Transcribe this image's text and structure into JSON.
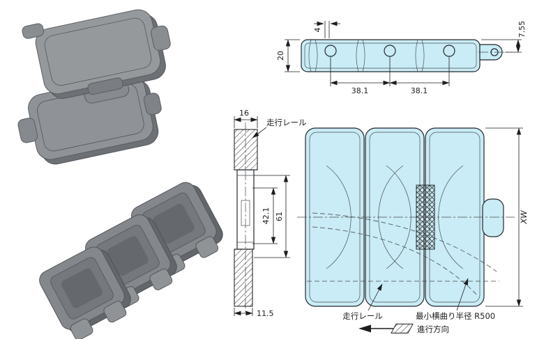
{
  "colors": {
    "drawing_fill": "#c9ecf6",
    "line": "#1d1d1f",
    "render_gray_light": "#96999c",
    "render_gray_mid": "#84878b",
    "render_gray_dark": "#6b6e72"
  },
  "top_view": {
    "dim_slot": "4",
    "dim_height": "20",
    "dim_pitch_a": "38.1",
    "dim_pitch_b": "38.1",
    "dim_eye": "7.55"
  },
  "section_view": {
    "dim_top_width": "16",
    "dim_bottom_width": "11.5",
    "dim_inner": "42.1",
    "dim_outer": "61",
    "rail_label": "走行レール"
  },
  "plan_view": {
    "dim_width": "XW",
    "rail_label": "走行レール",
    "min_radius_label": "最小横曲り半径 R500",
    "direction_label": "進行方向"
  }
}
